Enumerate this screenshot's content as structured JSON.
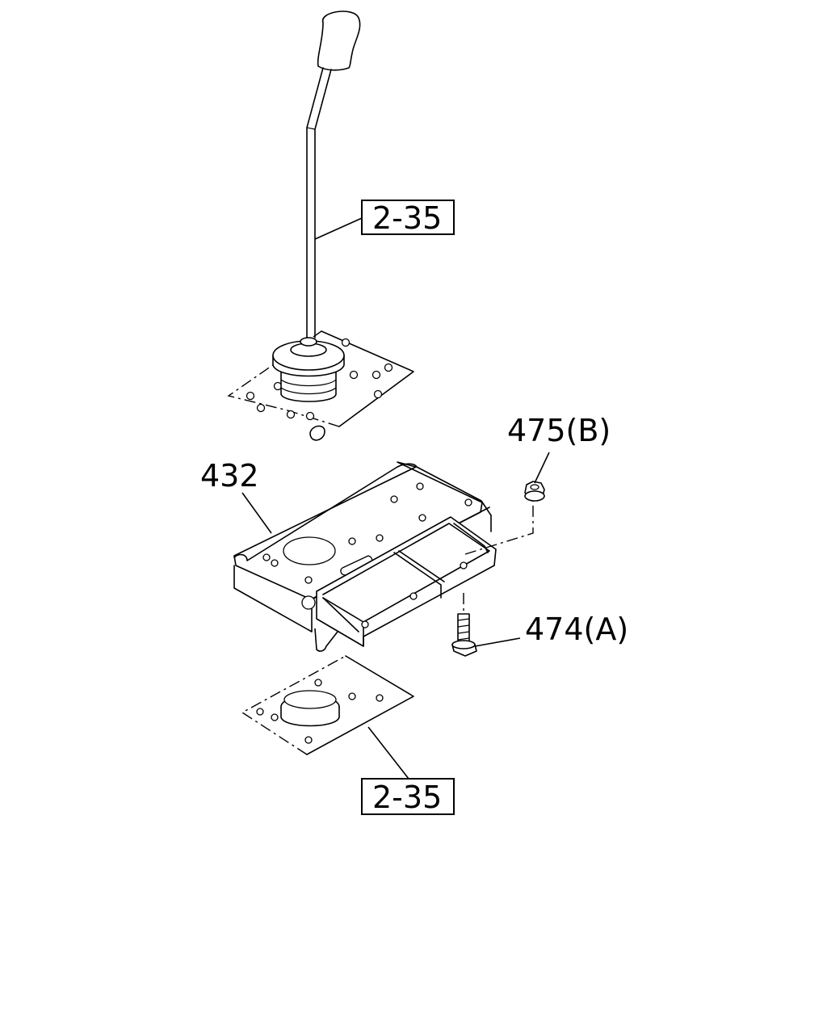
{
  "callouts": {
    "ref_top": "2-35",
    "ref_bottom": "2-35",
    "part_432": "432",
    "part_475": "475(B)",
    "part_474": "474(A)"
  }
}
